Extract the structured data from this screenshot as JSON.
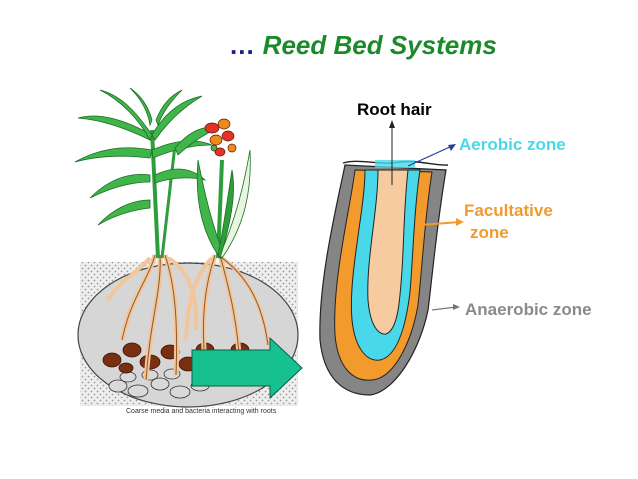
{
  "title": {
    "prefix": "...",
    "text": "Reed Bed Systems"
  },
  "labels": {
    "root_hair": "Root hair",
    "aerobic_zone": "Aerobic zone",
    "facultative_zone_line1": "Facultative",
    "facultative_zone_line2": "zone",
    "anaerobic_zone": "Anaerobic zone"
  },
  "caption": "Coarse media and bacteria interacting with roots",
  "colors": {
    "title_green": "#1b8a2a",
    "title_dots": "#1a237e",
    "aerobic": "#49d8ea",
    "facultative": "#f39a2d",
    "anaerobic": "#8a8a8a",
    "root_core": "#f6cba0",
    "flow_arrow": "#17c18f",
    "leaf_green": "#39b449"
  }
}
